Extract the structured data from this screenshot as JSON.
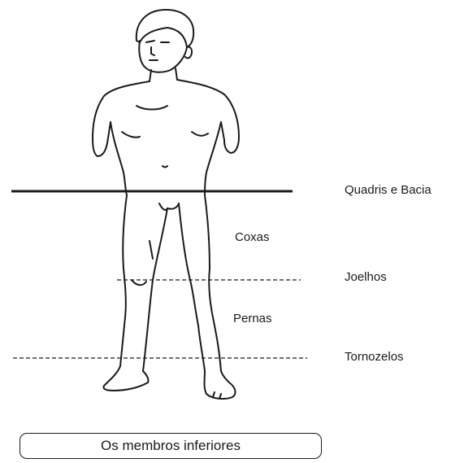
{
  "labels": {
    "hips": "Quadris e Bacia",
    "thighs": "Coxas",
    "knees": "Joelhos",
    "legs": "Pernas",
    "ankles": "Tornozelos"
  },
  "caption": "Os membros inferiores"
}
